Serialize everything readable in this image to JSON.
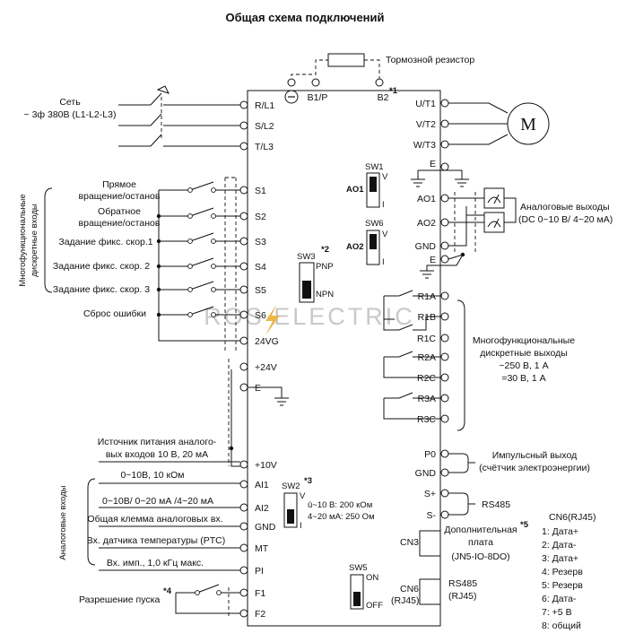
{
  "title": "Общая схема подключений",
  "watermark": "ROS ELECTRIC",
  "brake_resistor": "Тормозной резистор",
  "notes": {
    "n1": "*1",
    "n2": "*2",
    "n3": "*3",
    "n4": "*4",
    "n5": "*5"
  },
  "mains": {
    "label1": "Сеть",
    "label2": "~ 3ф 380В (L1-L2-L3)"
  },
  "motor": "M",
  "terminals_left": [
    "R/L1",
    "S/L2",
    "T/L3",
    "S1",
    "S2",
    "S3",
    "S4",
    "S5",
    "S6",
    "24VG",
    "+24V",
    "E",
    "+10V",
    "AI1",
    "AI2",
    "GND",
    "MT",
    "PI",
    "F1",
    "F2"
  ],
  "terminals_top": [
    "B1/P",
    "B2"
  ],
  "terminals_right": [
    "U/T1",
    "V/T2",
    "W/T3",
    "E",
    "AO1",
    "AO2",
    "GND",
    "E",
    "R1A",
    "R1B",
    "R1C",
    "R2A",
    "R2C",
    "R3A",
    "R3C",
    "P0",
    "GND",
    "S+",
    "S-"
  ],
  "digital_group_label": [
    "Многофункциональные",
    "дискретные входы"
  ],
  "digital_inputs": [
    "Прямое",
    "вращение/останов",
    "Обратное",
    "вращение/останов",
    "Задание фикс. скор.1",
    "Задание фикс. скор. 2",
    "Задание фикс. скор. 3",
    "Сброс ошибки"
  ],
  "analog_group_label": "Аналоговые входы",
  "analog_inputs": [
    "Источник питания аналого-",
    "вых входов  10 В, 20 мА",
    "0~10В, 10 кОм",
    "0~10В/ 0~20 мА /4~20 мА",
    "Общая клемма аналоговых вх.",
    "Вх. датчика температуры (PTC)",
    "Вх. имп., 1,0 кГц макс."
  ],
  "enable_label": "Разрешение пуска",
  "switches": {
    "sw1": "SW1",
    "ao1": "AO1",
    "sw6": "SW6",
    "ao2": "AO2",
    "sw3": "SW3",
    "pnp": "PNP",
    "npn": "NPN",
    "sw2": "SW2",
    "sw2_v": "V",
    "sw2_i": "I",
    "sw1_v": "V",
    "sw1_i": "I",
    "sw6_v": "V",
    "sw6_i": "I",
    "sw2_desc1": "û~10 В: 200 кОм",
    "sw2_desc2": "4~20 мА: 250 Ом",
    "sw5": "SW5",
    "on": "ON",
    "off": "OFF"
  },
  "analog_outputs": [
    "Аналоговые выходы",
    "(DC 0~10 В/ 4~20 мА)"
  ],
  "relay_outputs": [
    "Многофункциональные",
    "дискретные выходы",
    "~250 В, 1 А",
    "=30 В, 1 А"
  ],
  "pulse_output": [
    "Импульсный выход",
    "(счётчик электроэнергии)"
  ],
  "rs485": "RS485",
  "cn3": "CN3",
  "option_board": [
    "Дополнительная",
    "плата",
    "(JN5-IO-8DO)"
  ],
  "cn6": [
    "CN6",
    "(RJ45)"
  ],
  "rs485_rj45": [
    "RS485",
    "(RJ45)"
  ],
  "cn6_pinout": [
    "CN6(RJ45)",
    "1: Дата+",
    "2: Дата-",
    "3: Дата+",
    "4: Резерв",
    "5: Резерв",
    "6: Дата-",
    "7:  +5 В",
    "8: общий"
  ]
}
